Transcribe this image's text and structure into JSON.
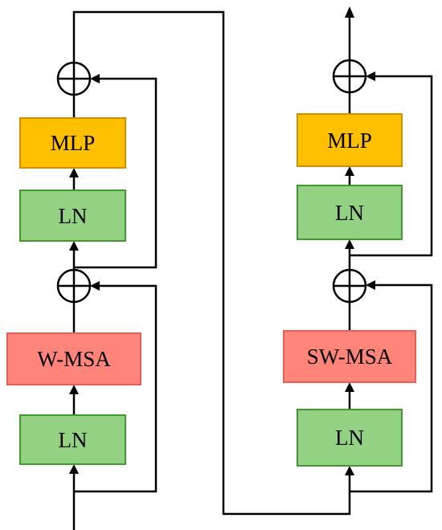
{
  "colors": {
    "mlp_fill": "#ffc000",
    "mlp_stroke": "#d58d00",
    "ln_fill": "#93d282",
    "ln_stroke": "#3e9a2f",
    "msa_fill": "#ff857b",
    "msa_stroke": "#e45f55",
    "line": "#000000"
  },
  "icons": {
    "adder": "circled-plus-icon",
    "arrow": "arrowhead-icon"
  },
  "left_block": {
    "mlp_label": "MLP",
    "ln_top_label": "LN",
    "msa_label": "W-MSA",
    "ln_bottom_label": "LN"
  },
  "right_block": {
    "mlp_label": "MLP",
    "ln_top_label": "LN",
    "msa_label": "SW-MSA",
    "ln_bottom_label": "LN"
  }
}
